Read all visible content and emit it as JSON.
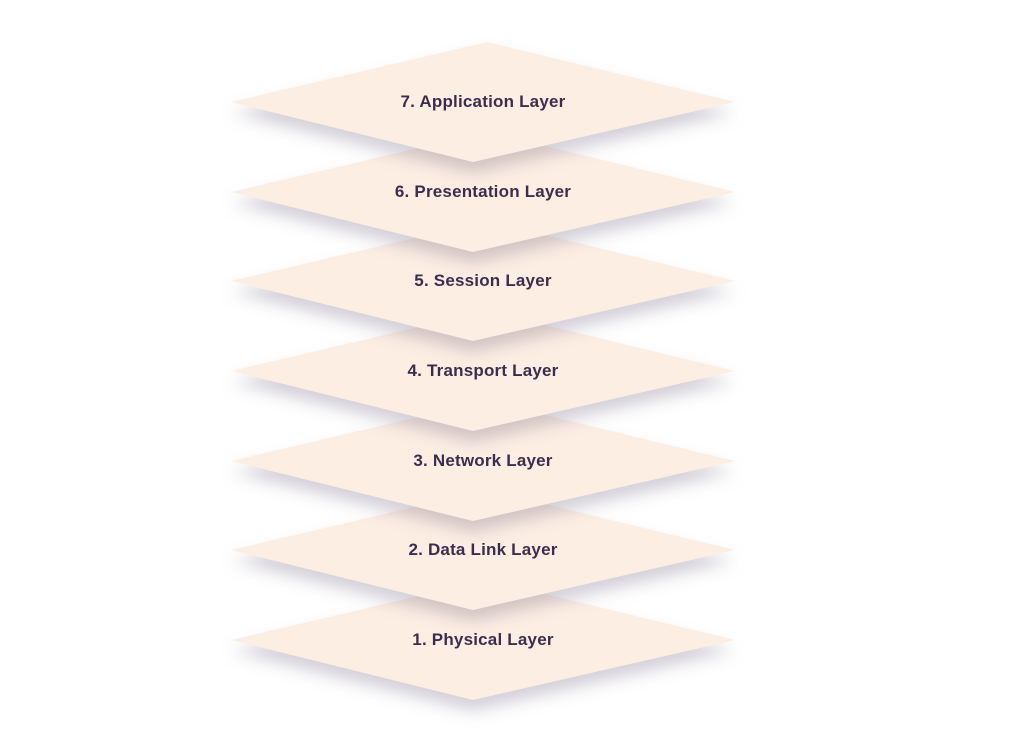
{
  "diagram": {
    "type": "stacked-diamond-layers",
    "layers": [
      {
        "number": 7,
        "name": "Application",
        "label": "7. Application Layer"
      },
      {
        "number": 6,
        "name": "Presentation",
        "label": "6. Presentation Layer"
      },
      {
        "number": 5,
        "name": "Session",
        "label": "5. Session Layer"
      },
      {
        "number": 4,
        "name": "Transport",
        "label": "4. Transport Layer"
      },
      {
        "number": 3,
        "name": "Network",
        "label": "3. Network Layer"
      },
      {
        "number": 2,
        "name": "Data Link",
        "label": "2. Data Link Layer"
      },
      {
        "number": 1,
        "name": "Physical",
        "label": "1. Physical Layer"
      }
    ]
  },
  "colors": {
    "diamond_fill": "#fdeee4",
    "label_text": "#3b2e4d",
    "background": "#ffffff"
  }
}
